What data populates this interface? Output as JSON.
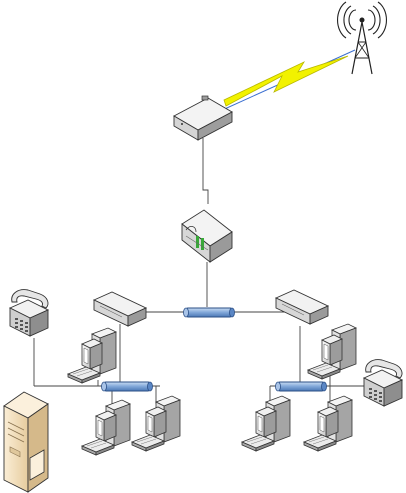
{
  "diagram": {
    "nodes": [
      {
        "id": "cell-tower",
        "icon": "antenna-tower-icon"
      },
      {
        "id": "wireless-link",
        "icon": "lightning-link-icon"
      },
      {
        "id": "wan-modem",
        "icon": "modem-icon"
      },
      {
        "id": "router",
        "icon": "router-icon"
      },
      {
        "id": "switch-left",
        "icon": "switch-icon"
      },
      {
        "id": "switch-right",
        "icon": "switch-icon"
      },
      {
        "id": "backbone-hub",
        "icon": "hub-icon"
      },
      {
        "id": "hub-left",
        "icon": "hub-icon"
      },
      {
        "id": "hub-right",
        "icon": "hub-icon"
      },
      {
        "id": "phone-left",
        "icon": "telephone-icon"
      },
      {
        "id": "phone-right",
        "icon": "telephone-icon"
      },
      {
        "id": "server",
        "icon": "server-tower-icon"
      },
      {
        "id": "pc-left-upper",
        "icon": "workstation-icon"
      },
      {
        "id": "pc-left-1",
        "icon": "workstation-icon"
      },
      {
        "id": "pc-left-2",
        "icon": "workstation-icon"
      },
      {
        "id": "pc-right-upper",
        "icon": "workstation-icon"
      },
      {
        "id": "pc-right-1",
        "icon": "workstation-icon"
      },
      {
        "id": "pc-right-2",
        "icon": "workstation-icon"
      }
    ],
    "colors": {
      "line": "#444444",
      "lightning": "#f2f200",
      "lightning_stroke": "#b8b800",
      "radio_link": "#3a6fd0",
      "hub_blue": "#7fa6d8",
      "device_light": "#f4f4f4",
      "device_mid": "#d0d0d0",
      "device_dark": "#9a9a9a",
      "server_body": "#f0dcb6",
      "server_side": "#d5b98a",
      "router_green": "#38a838"
    }
  }
}
